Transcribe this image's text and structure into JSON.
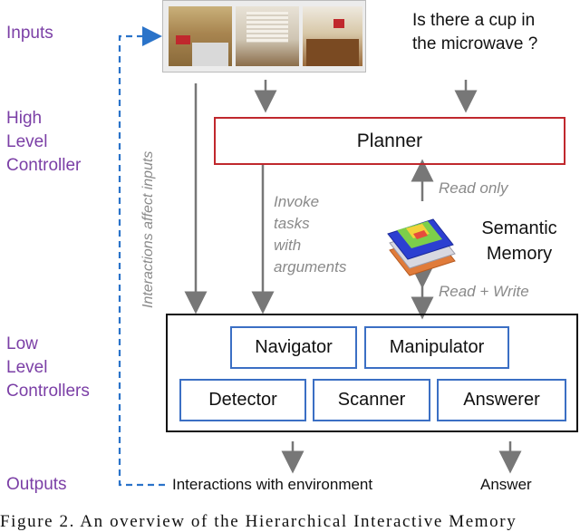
{
  "levels": {
    "inputs": "Inputs",
    "high": [
      "High",
      "Level",
      "Controller"
    ],
    "low": [
      "Low",
      "Level",
      "Controllers"
    ],
    "outputs": "Outputs"
  },
  "question": [
    "Is there a cup in",
    "the microwave ?"
  ],
  "planner": "Planner",
  "side_label": "Interactions affect inputs",
  "invoke_note": [
    "Invoke",
    "tasks",
    "with",
    "arguments"
  ],
  "read_only": "Read only",
  "read_write": "Read + Write",
  "memory": [
    "Semantic",
    "Memory"
  ],
  "modules": {
    "navigator": "Navigator",
    "manipulator": "Manipulator",
    "detector": "Detector",
    "scanner": "Scanner",
    "answerer": "Answerer"
  },
  "outputs": {
    "interactions": "Interactions with environment",
    "answer": "Answer"
  },
  "caption": "Figure 2. An overview of the Hierarchical Interactive Memory",
  "colors": {
    "level_text": "#7b3fa6",
    "planner_border": "#c0282d",
    "module_border": "#3b6fc4",
    "dashed_arrow": "#2a73c9"
  }
}
